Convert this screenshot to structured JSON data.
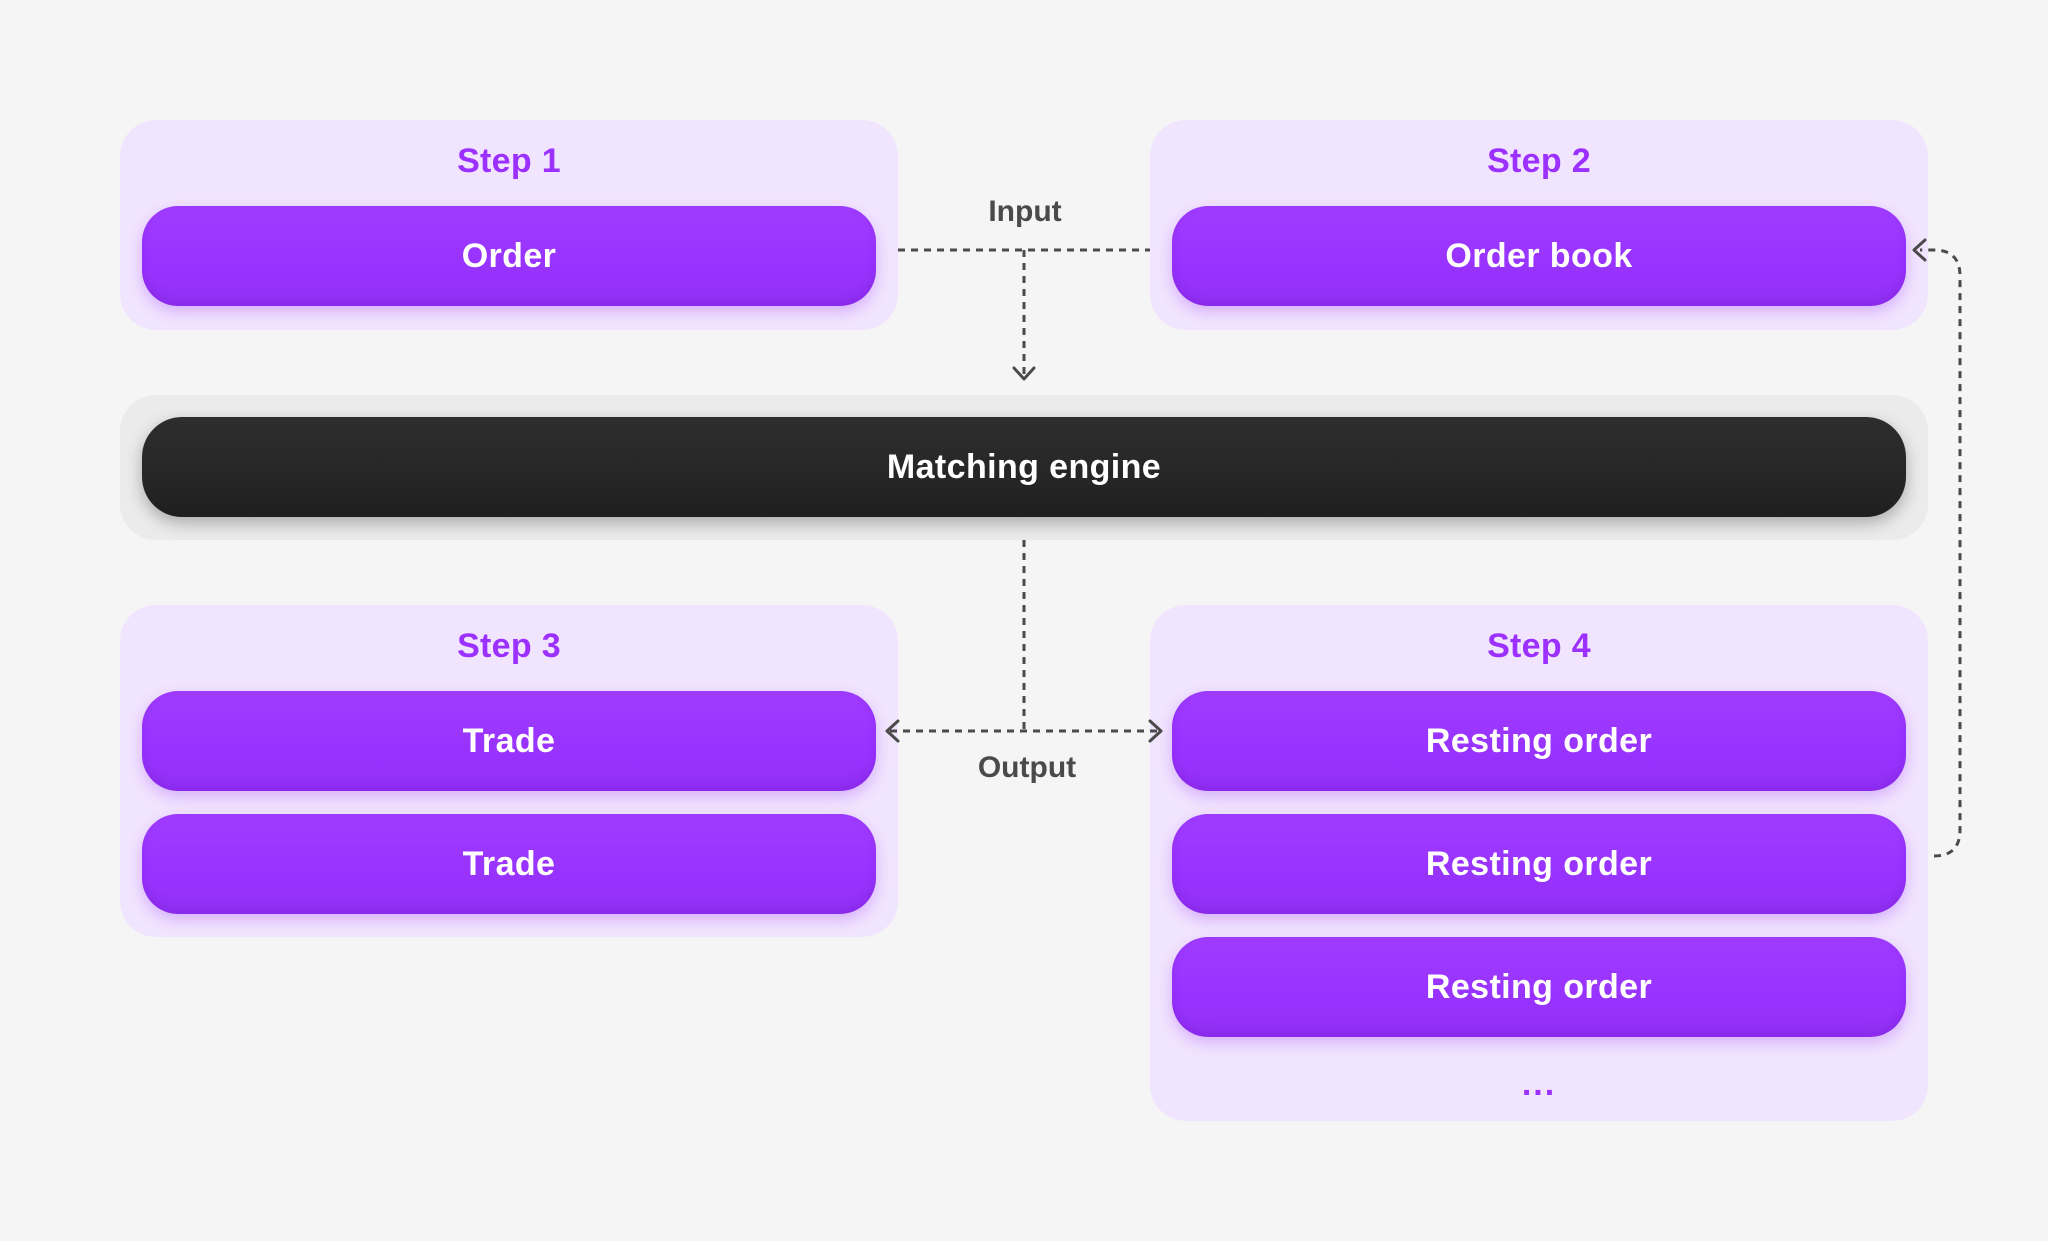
{
  "steps": [
    {
      "title": "Step 1",
      "items": [
        "Order"
      ]
    },
    {
      "title": "Step 2",
      "items": [
        "Order book"
      ]
    },
    {
      "title": "Step 3",
      "items": [
        "Trade",
        "Trade"
      ]
    },
    {
      "title": "Step 4",
      "items": [
        "Resting order",
        "Resting order",
        "Resting order"
      ],
      "more": "..."
    }
  ],
  "engine": {
    "label": "Matching engine"
  },
  "edges": {
    "input_label": "Input",
    "output_label": "Output"
  },
  "colors": {
    "background": "#f5f5f5",
    "group_fill": "#f1e4fe",
    "accent": "#9b30ff",
    "engine": "#2a2a2a",
    "connector": "#4a4a4a"
  }
}
